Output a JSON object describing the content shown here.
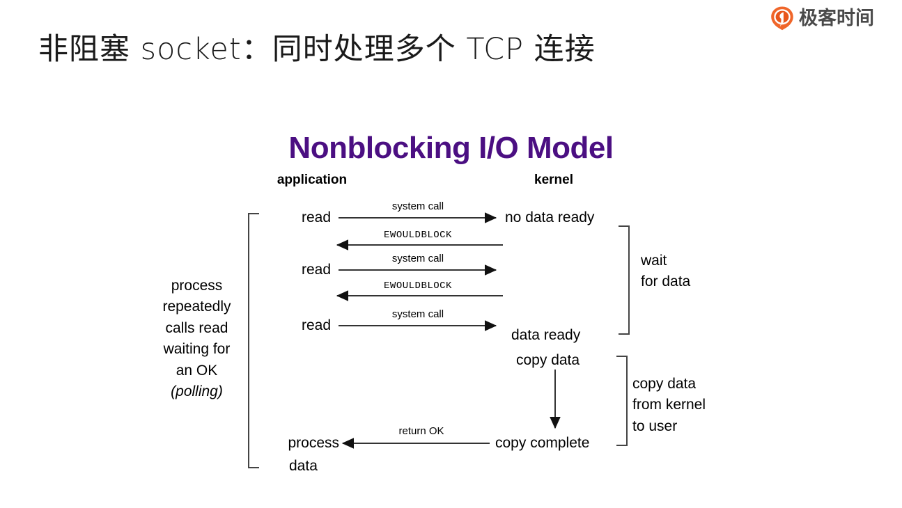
{
  "brand": {
    "name": "极客时间",
    "icon": "geektime-logo-icon",
    "color": "#F06A23"
  },
  "slide": {
    "title": "非阻塞 socket：同时处理多个 TCP 连接"
  },
  "diagram": {
    "title": "Nonblocking I/O Model",
    "title_color": "#4B0F82",
    "columns": {
      "left": "application",
      "right": "kernel"
    },
    "left_annotation": {
      "lines": [
        "process",
        "repeatedly",
        "calls read",
        "waiting for",
        "an OK"
      ],
      "italic_line": "(polling)"
    },
    "right_annotations": [
      {
        "lines": [
          "wait",
          "for data"
        ]
      },
      {
        "lines": [
          "copy data",
          "from kernel",
          "to user"
        ]
      }
    ],
    "app_nodes": [
      {
        "label": "read"
      },
      {
        "label": "read"
      },
      {
        "label": "read"
      },
      {
        "label": "process"
      },
      {
        "label": "data"
      }
    ],
    "kernel_nodes": [
      {
        "label": "no data ready"
      },
      {
        "label": "data ready"
      },
      {
        "label": "copy data"
      },
      {
        "label": "copy complete"
      }
    ],
    "edges": [
      {
        "label": "system call",
        "direction": "right",
        "style": "sans"
      },
      {
        "label": "EWOULDBLOCK",
        "direction": "left",
        "style": "mono"
      },
      {
        "label": "system call",
        "direction": "right",
        "style": "sans"
      },
      {
        "label": "EWOULDBLOCK",
        "direction": "left",
        "style": "mono"
      },
      {
        "label": "system call",
        "direction": "right",
        "style": "sans"
      },
      {
        "label": "",
        "direction": "down",
        "style": "sans"
      },
      {
        "label": "return OK",
        "direction": "left",
        "style": "sans"
      }
    ]
  }
}
